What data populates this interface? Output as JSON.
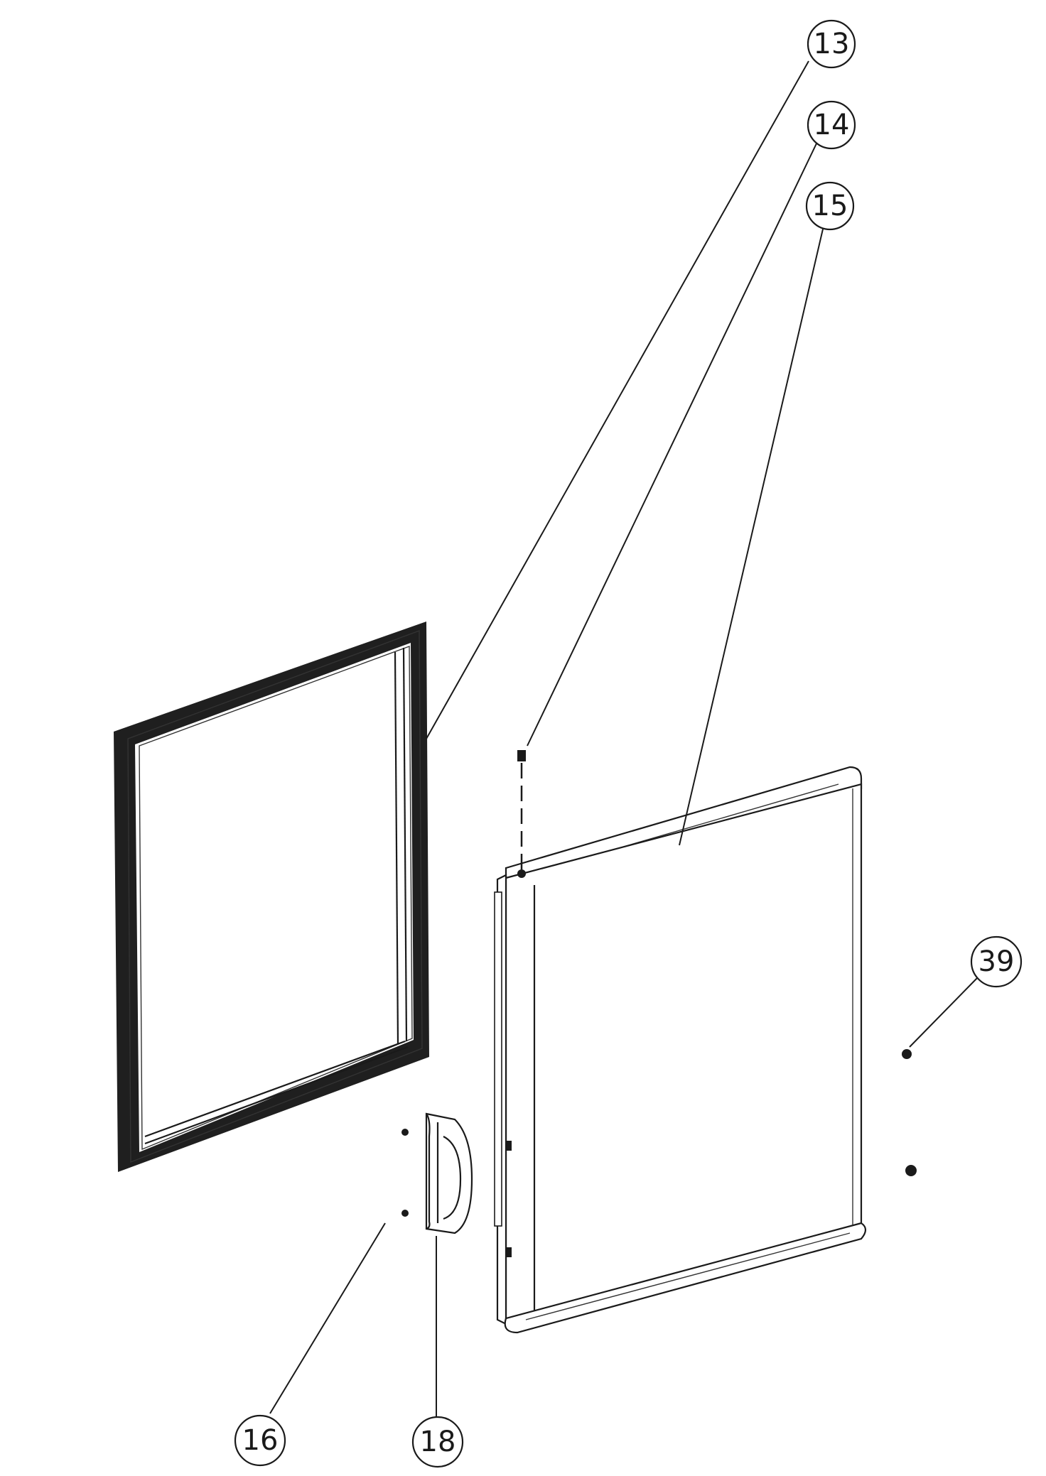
{
  "callouts": [
    {
      "id": "callout-13",
      "label": "13"
    },
    {
      "id": "callout-14",
      "label": "14"
    },
    {
      "id": "callout-15",
      "label": "15"
    },
    {
      "id": "callout-39",
      "label": "39"
    },
    {
      "id": "callout-16",
      "label": "16"
    },
    {
      "id": "callout-18",
      "label": "18"
    }
  ]
}
